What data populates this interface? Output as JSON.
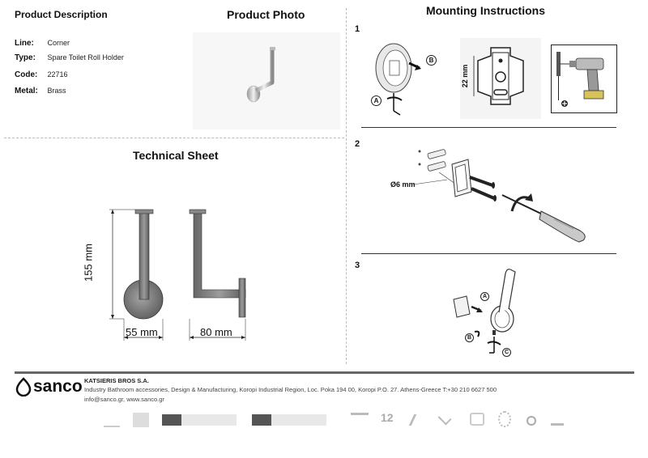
{
  "product_description": {
    "title": "Product Description",
    "fields": [
      {
        "label": "Line:",
        "value": "Corner"
      },
      {
        "label": "Type:",
        "value": "Spare Toilet Roll Holder"
      },
      {
        "label": "Code:",
        "value": "22716"
      },
      {
        "label": "Metal:",
        "value": "Brass"
      }
    ]
  },
  "product_photo": {
    "title": "Product Photo"
  },
  "technical_sheet": {
    "title": "Technical Sheet",
    "dim_height": "155 mm",
    "dim_width_front": "55 mm",
    "dim_width_side": "80 mm"
  },
  "mounting": {
    "title": "Mounting Instructions",
    "steps": [
      "1",
      "2",
      "3"
    ],
    "step1": {
      "label_a": "A",
      "label_b": "B",
      "dim": "22 mm"
    },
    "step2": {
      "dim": "Ø6 mm"
    },
    "step3": {
      "label_a": "A",
      "label_b": "B",
      "label_c": "C"
    }
  },
  "footer": {
    "brand": "sanco",
    "company": "KATSIERIS BROS S.A.",
    "line1": "Industry Bathroom accessories, Design & Manufacturing, Koropi Industrial Region, Loc. Poka 194 00, Koropi P.O. 27. Athens-Greece   T:+30 210 6627 500",
    "line2": "info@sanco.gr, www.sanco.gr",
    "badge_12": "12",
    "accent": "#333333"
  }
}
